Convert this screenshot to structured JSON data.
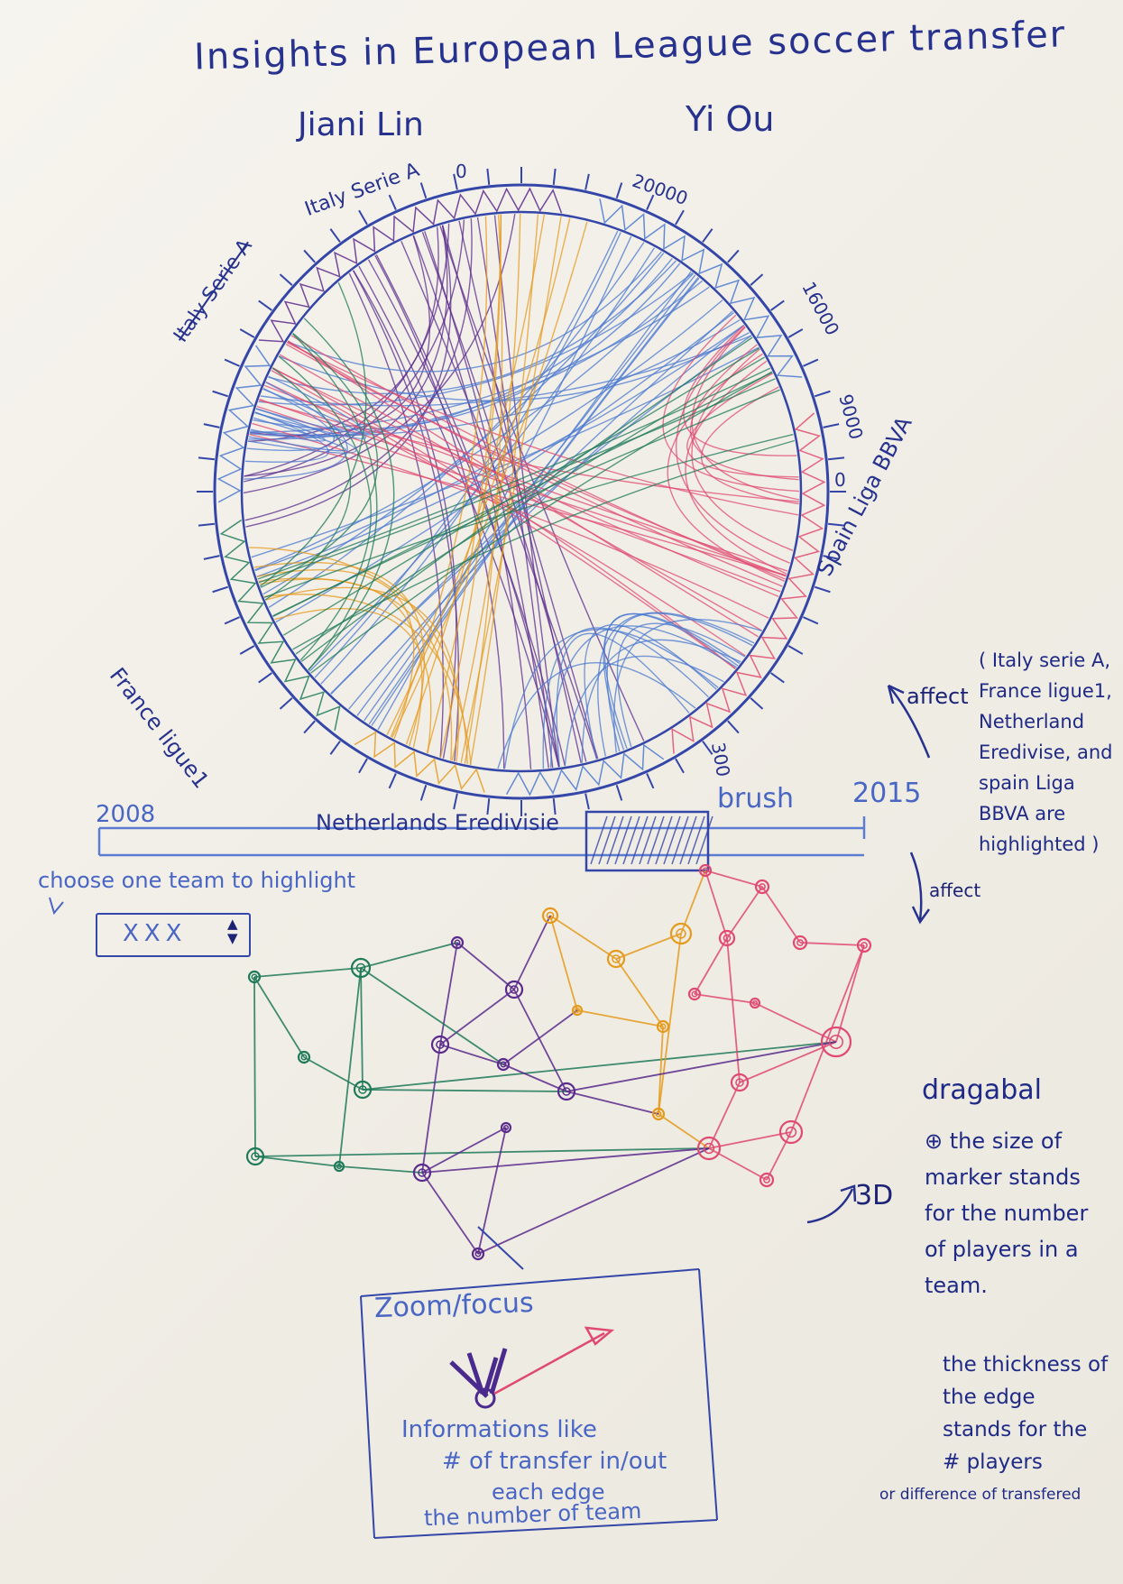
{
  "title": "Insights in European League soccer transfer",
  "authors": [
    "Jiani Lin",
    "Yi Ou"
  ],
  "chord": {
    "leagues": [
      "Italy Serie A",
      "France ligue1",
      "Netherlands Eredivisie",
      "Spain Liga BBVA"
    ],
    "crossed_label": "Italy Serie A",
    "scale_labels": [
      "0",
      "20000",
      "16000",
      "9000",
      "0",
      "300"
    ]
  },
  "timeline": {
    "start": "2008",
    "end": "2015",
    "brush_label": "brush"
  },
  "team_select": {
    "label": "choose one team to highlight",
    "value": "XXX"
  },
  "affect_labels": [
    "affect",
    "affect"
  ],
  "highlight_note": "( Italy serie A, France ligue1, Netherland Eredivise, and spain Liga BBVA are highlighted )",
  "threed_label": "3D",
  "draggable_note": {
    "title": "dragabal",
    "marker": "the size of marker stands for the number of players in a team.",
    "edge": "the thickness of the edge stands for the # players",
    "edge_sub": "or difference of transfered"
  },
  "zoom_panel": {
    "title": "Zoom/focus",
    "info": [
      "Informations like",
      "# of transfer in/out",
      "each edge",
      "the number of team"
    ]
  },
  "colors": {
    "ink": "#27328e",
    "italy": "#5a2a8c",
    "france": "#1f7a5a",
    "netherlands": "#e59a1c",
    "spain": "#e04a70",
    "links": "#4a78d0"
  }
}
